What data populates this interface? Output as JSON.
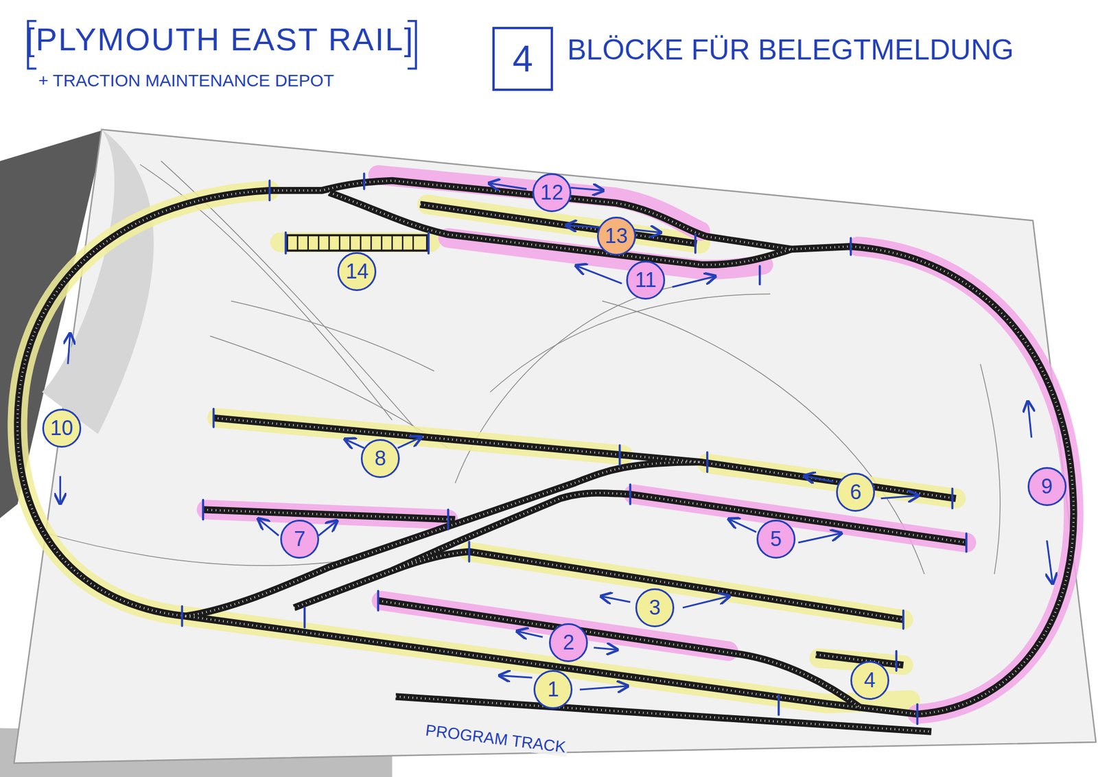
{
  "diagram": {
    "title": "[PLYMOUTH EAST RAIL]",
    "nodes": [
      {
        "text": [
          "4"
        ]
      },
      {
        "text": [
          "12"
        ]
      },
      {
        "text": [
          "13"
        ]
      },
      {
        "text": [
          "14"
        ]
      },
      {
        "text": [
          "11"
        ]
      },
      {
        "text": [
          "10"
        ]
      },
      {
        "text": [
          "8"
        ]
      },
      {
        "text": [
          "6"
        ]
      },
      {
        "text": [
          "9"
        ]
      },
      {
        "text": [
          "7"
        ]
      },
      {
        "text": [
          "5"
        ]
      },
      {
        "text": [
          "3"
        ]
      },
      {
        "text": [
          "2"
        ]
      },
      {
        "text": [
          "4"
        ]
      },
      {
        "text": [
          "1"
        ]
      }
    ],
    "labels": [
      "+ TRACTION MAINTENANCE DEPOT",
      "BLÖCKE FÜR BELEGTMELDUNG",
      "PROGRAM TRACK"
    ]
  }
}
